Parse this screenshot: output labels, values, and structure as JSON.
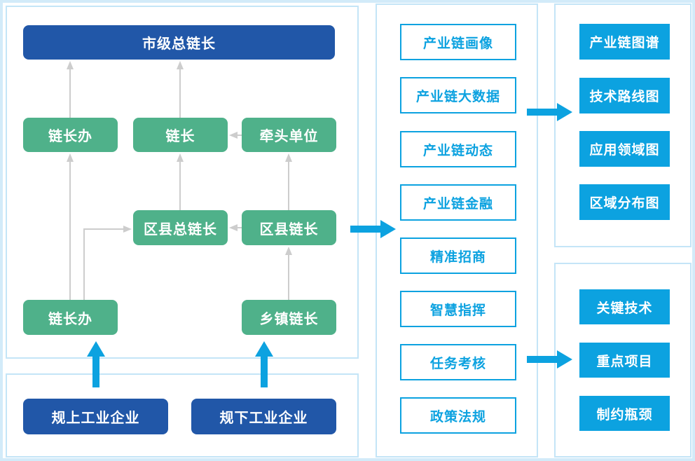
{
  "colors": {
    "navy_box": "#2157a8",
    "green_box": "#4fb18a",
    "accent_blue": "#0ca2e0",
    "connector_gray": "#cfcfcf",
    "panel_border": "#c4e5f7",
    "frame_blue": "#d2ebf9"
  },
  "org_chart": {
    "city_general_chain_leader": "市级总链长",
    "chain_leader_office_city": "链长办",
    "chain_leader": "链长",
    "lead_unit": "牵头单位",
    "county_general_chain_leader": "区县总链长",
    "county_chain_leader": "区县链长",
    "chain_leader_office_county": "链长办",
    "township_chain_leader": "乡镇链长"
  },
  "enterprises": {
    "above_scale_industrial": "规上工业企业",
    "below_scale_industrial": "规下工业企业"
  },
  "modules": [
    "产业链画像",
    "产业链大数据",
    "产业链动态",
    "产业链金融",
    "精准招商",
    "智慧指挥",
    "任务考核",
    "政策法规"
  ],
  "chain_maps": [
    "产业链图谱",
    "技术路线图",
    "应用领域图",
    "区域分布图"
  ],
  "focus_items": [
    "关键技术",
    "重点项目",
    "制约瓶颈"
  ]
}
